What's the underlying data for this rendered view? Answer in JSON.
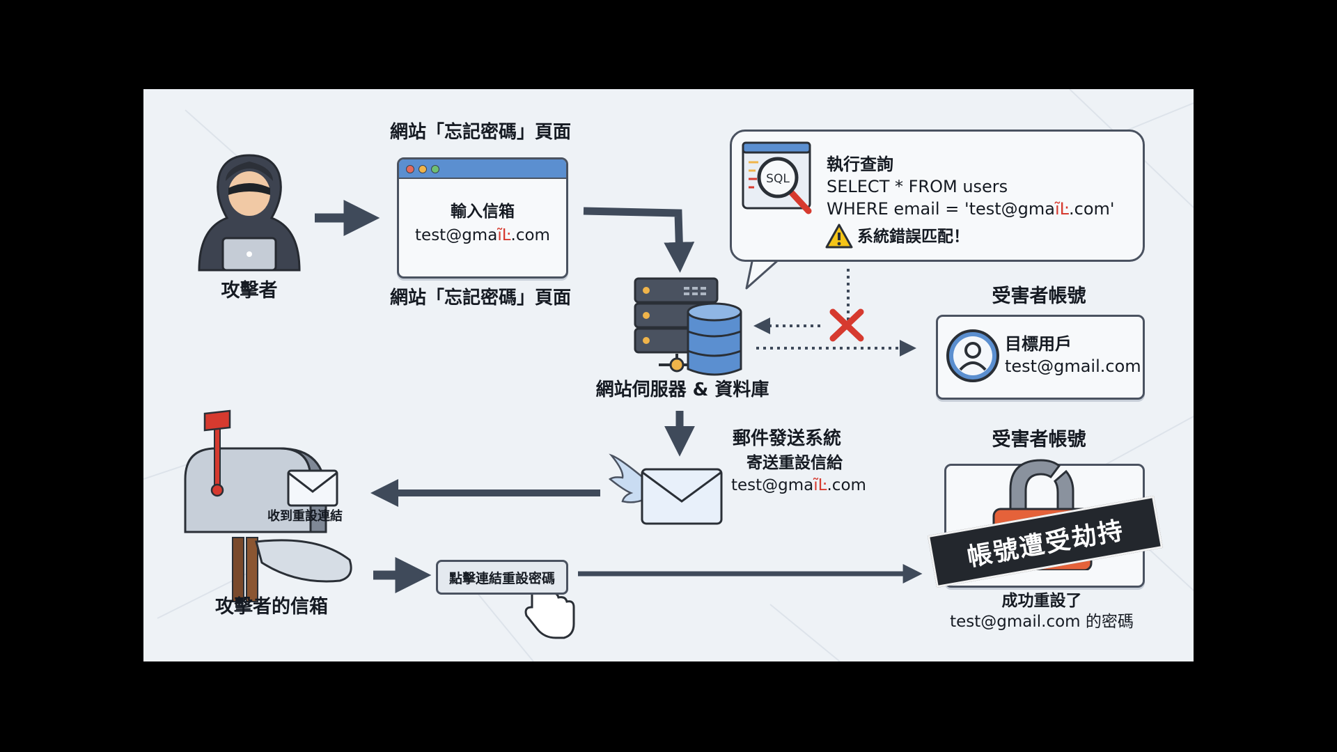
{
  "attacker": {
    "label": "攻擊者"
  },
  "web_page": {
    "title_top": "網站「忘記密碼」頁面",
    "title_bottom": "網站「忘記密碼」頁面",
    "input_label": "輸入信箱",
    "email_pre": "test@gma",
    "email_spoof": "ĩĿ",
    "email_post": ".com"
  },
  "query_bubble": {
    "title": "執行查詢",
    "sql_icon": "SQL",
    "line1": "SELECT * FROM users",
    "line2_pre": "WHERE email = 'test@gma",
    "line2_spoof": "ĩĿ",
    "line2_post": ".com'",
    "warning": "系統錯誤匹配！"
  },
  "server": {
    "label": "網站伺服器 & 資料庫"
  },
  "victim_account": {
    "title": "受害者帳號",
    "user_label": "目標用戶",
    "email": "test@gmail.com"
  },
  "mail_system": {
    "title": "郵件發送系統",
    "line1": "寄送重設信給",
    "email_pre": "test@gma",
    "email_spoof": "ĩĿ",
    "email_post": ".com"
  },
  "mailbox": {
    "received_label": "收到重設連結",
    "label": "攻擊者的信箱"
  },
  "click_button": {
    "label": "點擊連結重設密碼"
  },
  "hijacked": {
    "title": "受害者帳號",
    "banner": "帳號遭受劫持",
    "result_line1": "成功重設了",
    "result_line2": "test@gmail.com 的密碼"
  },
  "colors": {
    "accent_blue": "#5b8fd0",
    "arrow": "#3f4a5a",
    "warning_red": "#d63a2f",
    "lock_orange": "#e5623a"
  }
}
